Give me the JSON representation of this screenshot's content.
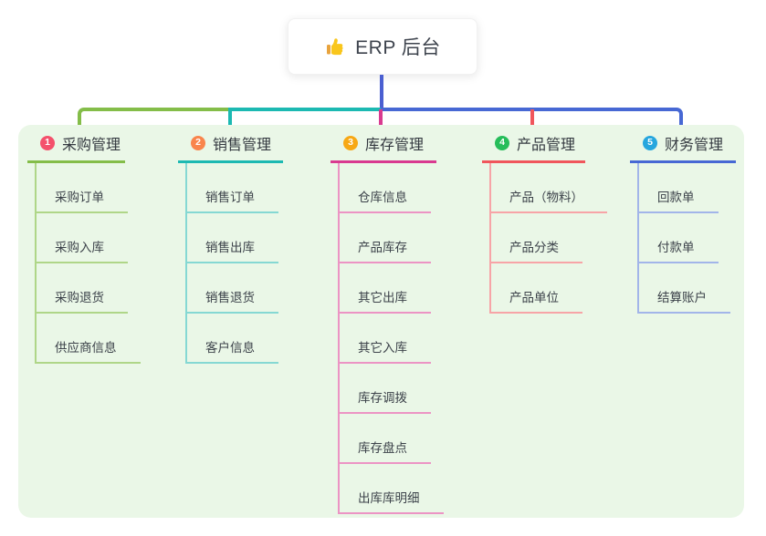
{
  "root": {
    "title": "ERP 后台",
    "icon": "thumbs-up-icon"
  },
  "colors": {
    "canvas_bg": "#ffffff",
    "panel_bg": "#EAF7E7",
    "root_line": "#4A5FD1",
    "header_text": "#33383F",
    "child_text": "#3C424A",
    "root_node_bg": "#FFFFFF",
    "thumb_main": "#F9C61C",
    "thumb_cuff": "#E8A33D"
  },
  "branches": [
    {
      "badge": "1",
      "label": "采购管理",
      "badge_color": "#F4516C",
      "line_color": "#84BD49",
      "child_line_color": "#AFD688",
      "children": [
        "采购订单",
        "采购入库",
        "采购退货",
        "供应商信息"
      ]
    },
    {
      "badge": "2",
      "label": "销售管理",
      "badge_color": "#F9854C",
      "line_color": "#1CB9B2",
      "child_line_color": "#85D8D3",
      "children": [
        "销售订单",
        "销售出库",
        "销售退货",
        "客户信息"
      ]
    },
    {
      "badge": "3",
      "label": "库存管理",
      "badge_color": "#F7A815",
      "line_color": "#D93A90",
      "child_line_color": "#EC94C4",
      "children": [
        "仓库信息",
        "产品库存",
        "其它出库",
        "其它入库",
        "库存调拨",
        "库存盘点",
        "出库库明细"
      ]
    },
    {
      "badge": "4",
      "label": "产品管理",
      "badge_color": "#26BD5A",
      "line_color": "#F0565C",
      "child_line_color": "#F7A4A7",
      "children": [
        "产品（物料）",
        "产品分类",
        "产品单位"
      ]
    },
    {
      "badge": "5",
      "label": "财务管理",
      "badge_color": "#26A6DE",
      "line_color": "#4768D4",
      "child_line_color": "#A2B5E9",
      "children": [
        "回款单",
        "付款单",
        "结算账户"
      ]
    }
  ]
}
